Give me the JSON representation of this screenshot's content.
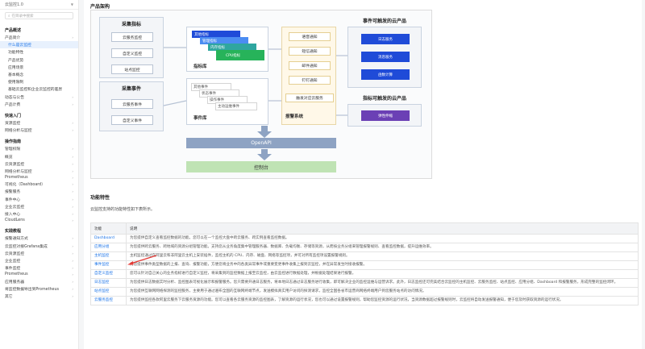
{
  "sidebar": {
    "version": "云监控1.0",
    "search_placeholder": "在目录中搜索",
    "groups": [
      {
        "title": "产品概述",
        "items": [
          {
            "label": "产品简介",
            "level": 0,
            "caret": true
          },
          {
            "label": "什么是云监控",
            "level": 1,
            "active": true
          },
          {
            "label": "功能特性",
            "level": 1
          },
          {
            "label": "产品优势",
            "level": 1
          },
          {
            "label": "应用场景",
            "level": 1
          },
          {
            "label": "基本概念",
            "level": 1
          },
          {
            "label": "使用限制",
            "level": 1
          },
          {
            "label": "基础云监控和企业云监控的差异",
            "level": 1
          },
          {
            "label": "动态与公告",
            "level": 0,
            "caret": true
          },
          {
            "label": "产品计费",
            "level": 0,
            "caret": true
          }
        ]
      },
      {
        "title": "快速入门",
        "items": [
          {
            "label": "资源监控",
            "level": 0,
            "caret": true
          },
          {
            "label": "网络分析与监控",
            "level": 0,
            "caret": true
          }
        ]
      },
      {
        "title": "操作指南",
        "items": [
          {
            "label": "管理权限",
            "level": 0,
            "caret": true
          },
          {
            "label": "概览",
            "level": 0,
            "caret": true
          },
          {
            "label": "云资源监控",
            "level": 0,
            "caret": true
          },
          {
            "label": "网络分析与监控",
            "level": 0,
            "caret": true
          },
          {
            "label": "Prometheus",
            "level": 0,
            "caret": true
          },
          {
            "label": "可视化（Dashboard）",
            "level": 0,
            "caret": true
          },
          {
            "label": "报警服务",
            "level": 0,
            "caret": true
          },
          {
            "label": "事件中心",
            "level": 0,
            "caret": true
          },
          {
            "label": "企业云监控",
            "level": 0,
            "caret": true
          },
          {
            "label": "接入中心",
            "level": 0,
            "caret": true
          },
          {
            "label": "CloudLens",
            "level": 0,
            "caret": true
          }
        ]
      },
      {
        "title": "实践教程",
        "items": [
          {
            "label": "报警通知方式",
            "level": 0,
            "caret": true
          },
          {
            "label": "云监控对接Grafana集成",
            "level": 0,
            "caret": true
          },
          {
            "label": "云资源监控",
            "level": 0,
            "caret": true
          },
          {
            "label": "企业监控",
            "level": 0,
            "caret": true
          },
          {
            "label": "事件监控",
            "level": 0,
            "caret": true
          },
          {
            "label": "Prometheus",
            "level": 0,
            "caret": true
          },
          {
            "label": "应用服务器",
            "level": 0,
            "caret": true
          },
          {
            "label": "将监控数据导出到Prometheus",
            "level": 0,
            "caret": true
          },
          {
            "label": "其它",
            "level": 0,
            "caret": true
          }
        ]
      }
    ]
  },
  "arch": {
    "section_title": "产品架构",
    "collect_metrics": {
      "title": "采集指标",
      "buttons": [
        "云服务监控",
        "自定义监控",
        "站点监控"
      ]
    },
    "collect_events": {
      "title": "采集事件",
      "buttons": [
        "云服务事件",
        "自定义事件"
      ]
    },
    "metric_lib": {
      "label": "指标库",
      "layers": [
        "其他指标",
        "管理指标",
        "内存指标",
        "CPU指标"
      ]
    },
    "event_lib": {
      "label": "事件库",
      "layers": [
        "其他事件",
        "状态事件",
        "操作事件",
        "主动运维事件"
      ]
    },
    "alarm": {
      "label": "报警系统",
      "buttons": [
        "语音通知",
        "短信通知",
        "邮件通知",
        "钉钉通知",
        "触发对应云服务"
      ]
    },
    "event_products": {
      "title": "事件可触发的云产品",
      "buttons": [
        "日志服务",
        "消息服务",
        "函数计算"
      ]
    },
    "metric_products": {
      "title": "指标可触发的云产品",
      "buttons": [
        "弹性伸缩"
      ]
    },
    "openapi": "OpenAPI",
    "console": "控制台",
    "colors": {
      "blue": "#1f4bd8",
      "lightblue": "#4b8cf2",
      "green": "#27b35a",
      "purple": "#6b40b5",
      "grayblue": "#8ea3c3",
      "greenbar": "#bfe3b4"
    }
  },
  "features": {
    "section_title": "功能特性",
    "intro": "云监控支持的功能特性如下表所示。",
    "headers": [
      "功能",
      "说明"
    ],
    "rows": [
      {
        "name": "Dashboard",
        "desc": "为您提供自定义查看监控数据的功能。您可以在一个监控大盘中跨云服务、跨实例查看监控数据。"
      },
      {
        "name": "应用分组",
        "desc": "为您提供跨云服务、跨地域的资源分组管理功能。支持您从业务角度集中管理服务器、数据库、负载均衡、存储等资源，从而按业务分组来管理报警规则、查看监控数据，提升运维效率。"
      },
      {
        "name": "主机监控",
        "desc": "主机监控通过在阿里云和非阿里云主机上安装插件，监控主机的 CPU、内存、磁盘、网络等监控项，并可对所有监控项设置报警规则。"
      },
      {
        "name": "事件监控",
        "desc": "为您提供事件类型数据的上报、查询、报警功能，方便您将业务中的各类异常事件或重要变更事件收集上报到云监控，并在异常发生时接收报警。"
      },
      {
        "name": "自定义监控",
        "desc": "您可以针对自己关心的业务指标进行自定义监控，将采集到的监控数据上报至云监控，由云监控进行数据处理，并根据处理结果进行报警。"
      },
      {
        "name": "日志监控",
        "desc": "为您提供日志数据实时分析、监控图表可视化展示和报警服务。您只需要开通日志服务，将本地日志通过日志服务进行收集，即可解决企业的监控运维与运营诉求。此外，日志监控还可完美结合云监控的主机监控、云服务监控、站点监控、应用分组、Dashboard 和报警服务，形成完整的监控闭环。"
      },
      {
        "name": "站点监控",
        "desc": "为您提供互联网网络探测的监控服务，主要用于通过遍布全国的互联网终端节点，发送模拟真实用户访问的探测请求，监控全国各省市运营商网络终端用户到您服务站点的访问情况。"
      },
      {
        "name": "云服务监控",
        "desc": "为您提供监控各款阿里云服务下云服务资源的功能。您可以查看各云服务资源的监控图表，了解资源的运行状况，您也可以通过设置报警规则，帮助您监控资源的运行状况，当资源数据超过报警规则时，云监控将自动发送报警通知，便于您及时获取资源的运行状况。"
      }
    ]
  }
}
